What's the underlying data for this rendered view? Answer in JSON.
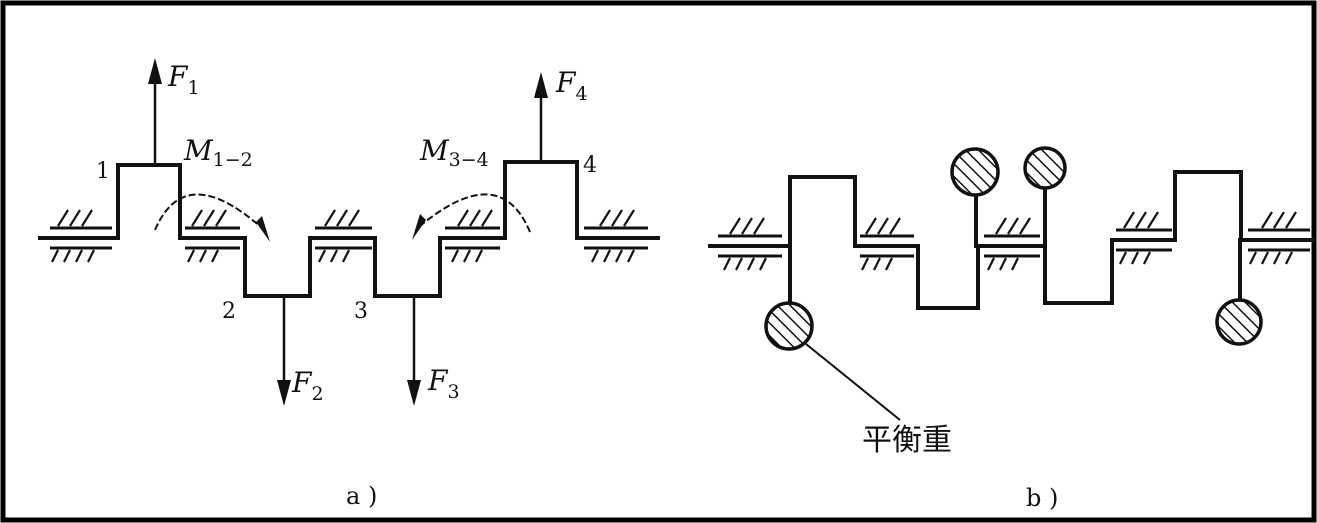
{
  "panels": {
    "a": {
      "caption": "a )",
      "forces": [
        {
          "id": "F1",
          "base": "F",
          "sub": "1"
        },
        {
          "id": "F2",
          "base": "F",
          "sub": "2"
        },
        {
          "id": "F3",
          "base": "F",
          "sub": "3"
        },
        {
          "id": "F4",
          "base": "F",
          "sub": "4"
        }
      ],
      "moments": [
        {
          "id": "M12",
          "base": "M",
          "sub": "1−2"
        },
        {
          "id": "M34",
          "base": "M",
          "sub": "3−4"
        }
      ],
      "crank_numbers": [
        "1",
        "2",
        "3",
        "4"
      ]
    },
    "b": {
      "caption": "b )",
      "counterweight_label": "平衡重"
    }
  },
  "colors": {
    "ink": "#111111",
    "background": "#ffffff",
    "frame": "#000000"
  }
}
